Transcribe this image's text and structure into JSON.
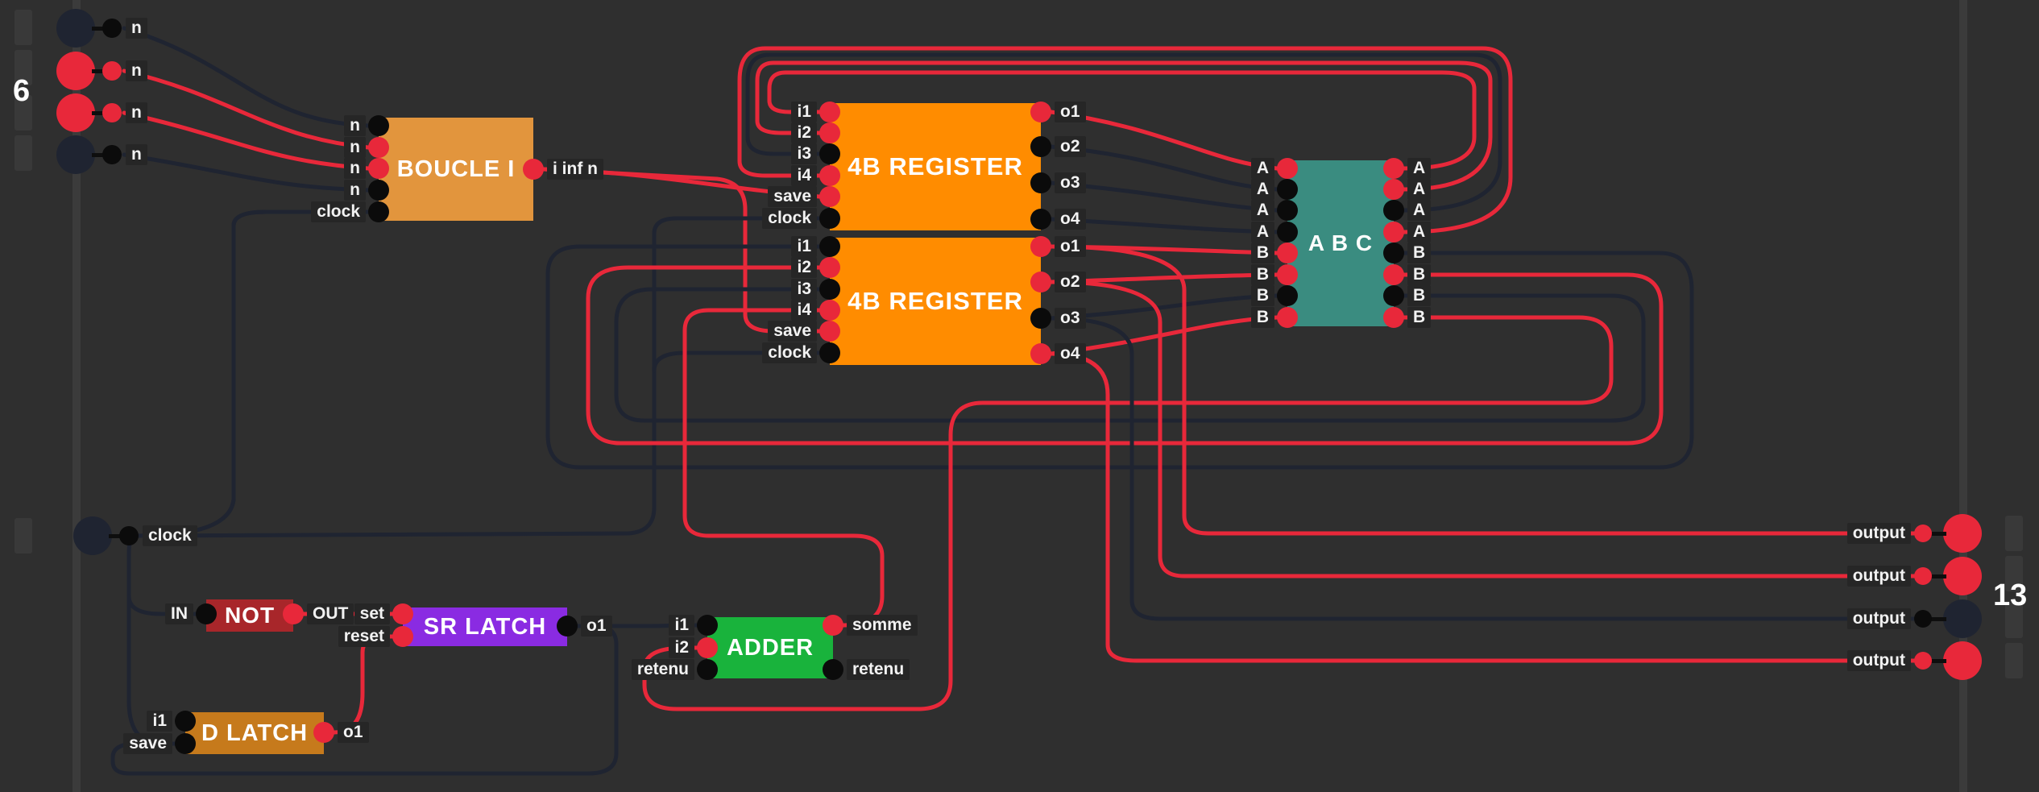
{
  "board": {
    "left_bus_count": "6",
    "right_bus_count": "13"
  },
  "inputs": [
    {
      "label": "n",
      "state": "off"
    },
    {
      "label": "n",
      "state": "on"
    },
    {
      "label": "n",
      "state": "on"
    },
    {
      "label": "n",
      "state": "off"
    },
    {
      "label": "clock",
      "state": "off"
    }
  ],
  "outputs": [
    {
      "label": "output",
      "state": "on"
    },
    {
      "label": "output",
      "state": "on"
    },
    {
      "label": "output",
      "state": "off"
    },
    {
      "label": "output",
      "state": "on"
    }
  ],
  "chips": {
    "boucle": {
      "name": "BOUCLE I",
      "color": "#e2953d",
      "in_labels": [
        "n",
        "n",
        "n",
        "n",
        "clock"
      ],
      "out_labels": [
        "i inf n"
      ]
    },
    "register_top": {
      "name": "4B REGISTER",
      "color": "#ff8c00",
      "in_labels": [
        "i1",
        "i2",
        "i3",
        "i4",
        "save",
        "clock"
      ],
      "out_labels": [
        "o1",
        "o2",
        "o3",
        "o4"
      ]
    },
    "register_bottom": {
      "name": "4B REGISTER",
      "color": "#ff8c00",
      "in_labels": [
        "i1",
        "i2",
        "i3",
        "i4",
        "save",
        "clock"
      ],
      "out_labels": [
        "o1",
        "o2",
        "o3",
        "o4"
      ]
    },
    "abc": {
      "name": "A B C",
      "color": "#3a8c80",
      "in_labels": [
        "A",
        "A",
        "A",
        "A",
        "B",
        "B",
        "B",
        "B"
      ],
      "out_labels": [
        "A",
        "A",
        "A",
        "A",
        "B",
        "B",
        "B",
        "B"
      ]
    },
    "not": {
      "name": "NOT",
      "color": "#a8262a",
      "in_labels": [
        "IN"
      ],
      "out_labels": [
        "OUT"
      ]
    },
    "sr_latch": {
      "name": "SR LATCH",
      "color": "#8a2be2",
      "in_labels": [
        "set",
        "reset"
      ],
      "out_labels": [
        "o1"
      ]
    },
    "adder": {
      "name": "ADDER",
      "color": "#19b33c",
      "in_labels": [
        "i1",
        "i2",
        "retenu"
      ],
      "out_labels": [
        "somme",
        "retenu"
      ]
    },
    "d_latch": {
      "name": "D LATCH",
      "color": "#c67a1c",
      "in_labels": [
        "i1",
        "save"
      ],
      "out_labels": [
        "o1"
      ]
    }
  },
  "colors": {
    "background": "#2f2f2f",
    "wire_on": "#e8283a",
    "wire_off": "#1f2431",
    "pin_off": "#0b0b0b"
  }
}
